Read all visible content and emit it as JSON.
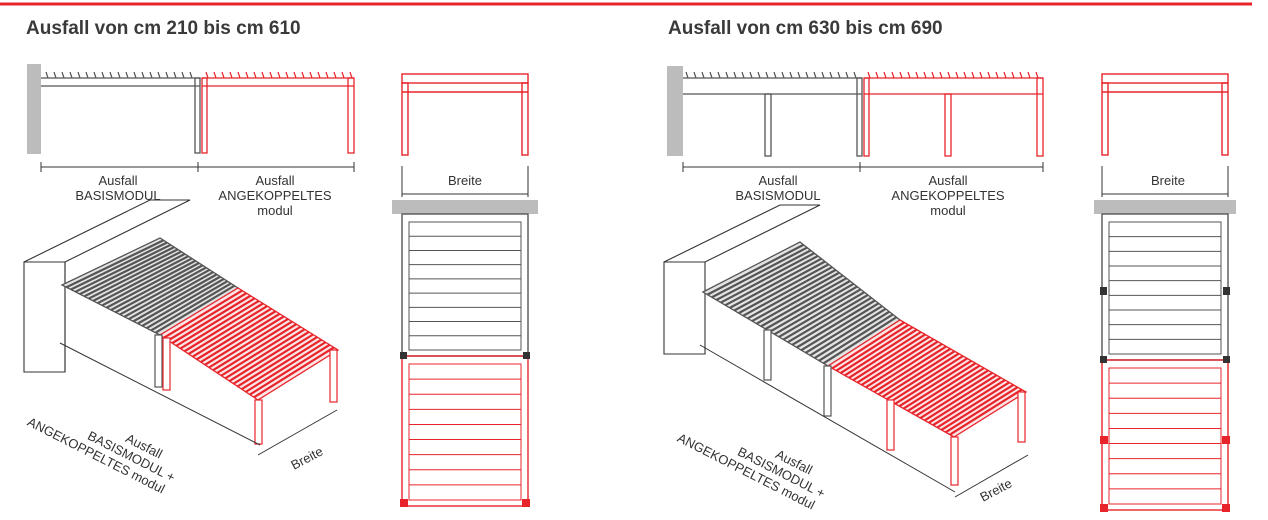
{
  "colors": {
    "accent": "#e8242b",
    "base_structure": "#555555",
    "wall": "#bcbcbc",
    "coupled_structure": "#e8242b",
    "text": "#333333"
  },
  "left_panel": {
    "title": "Ausfall von cm 210 bis cm 610",
    "side_label_1a": "Ausfall",
    "side_label_1b": "BASISMODUL",
    "side_label_2a": "Ausfall",
    "side_label_2b": "ANGEKOPPELTES",
    "side_label_2c": "modul",
    "front_label": "Breite",
    "iso_depth_label_1": "Ausfall",
    "iso_depth_label_2": "BASISMODUL +",
    "iso_depth_label_3": "ANGEKOPPELTES modul",
    "iso_width_label": "Breite"
  },
  "right_panel": {
    "title": "Ausfall von cm 630 bis cm 690",
    "side_label_1a": "Ausfall",
    "side_label_1b": "BASISMODUL",
    "side_label_2a": "Ausfall",
    "side_label_2b": "ANGEKOPPELTES",
    "side_label_2c": "modul",
    "front_label": "Breite",
    "iso_depth_label_1": "Ausfall",
    "iso_depth_label_2": "BASISMODUL +",
    "iso_depth_label_3": "ANGEKOPPELTES modul",
    "iso_width_label": "Breite"
  }
}
